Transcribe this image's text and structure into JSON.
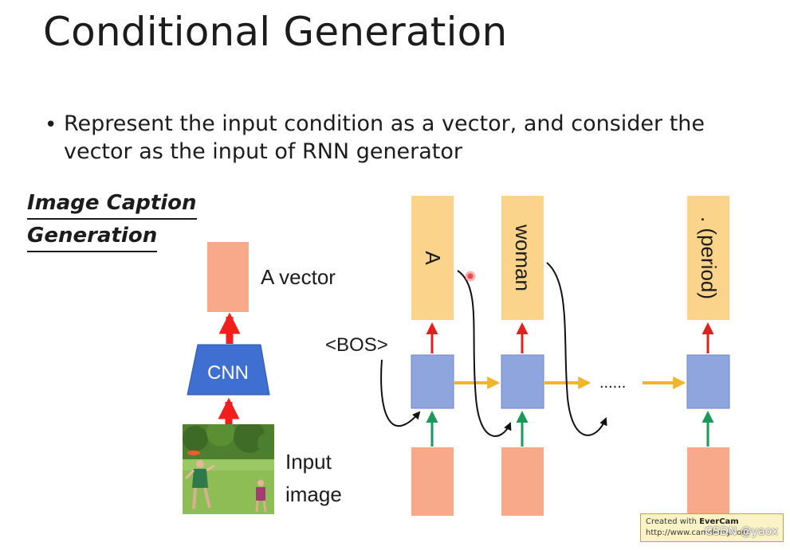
{
  "slide": {
    "title": "Conditional Generation",
    "bullet_marker": "•",
    "bullet_text": "Represent the input condition as a vector, and consider the vector as the input of RNN generator",
    "section_label_line1": "Image Caption",
    "section_label_line2": "Generation"
  },
  "diagram": {
    "vector_label": "A vector",
    "cnn_label": "CNN",
    "input_image_label_line1": "Input",
    "input_image_label_line2": "image",
    "bos_label": "<BOS>",
    "ellipsis": "......",
    "outputs": [
      "A",
      "woman",
      ". (period)"
    ]
  },
  "watermark": {
    "created_prefix": "Created with ",
    "brand": "EverCam",
    "url": "http://www.camdemy.com",
    "credit": "CSDN @yaox"
  },
  "colors": {
    "output_box": "#fbd38a",
    "rnn_cell": "#8fa5de",
    "input_box": "#f7a98a",
    "vector_box": "#f7a98a",
    "cnn_fill": "#3e6fd1",
    "red_arrow": "#f21d1d",
    "yellow_arrow": "#f2b52a",
    "green_arrow": "#1a9a5a"
  },
  "icons": [
    "photo-image-icon",
    "cursor-dot-icon"
  ]
}
